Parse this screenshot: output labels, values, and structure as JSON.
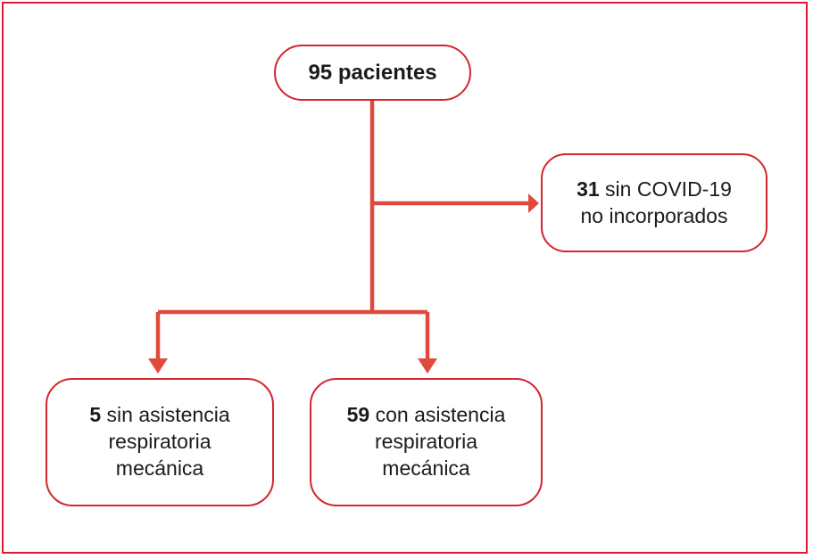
{
  "figure": {
    "type": "flowchart",
    "title": "",
    "border_color": "#e01933",
    "box_border_color": "#d1272f",
    "connector_color": "#e04a3c",
    "text_color": "#1b1b1b"
  },
  "nodes": {
    "total": {
      "id": "node-total",
      "count": "95",
      "label": "pacientes",
      "full_text": "95 pacientes",
      "bold_prefix": true
    },
    "excluded": {
      "id": "node-excluded",
      "count": "31",
      "line1_rest": " sin COVID-19",
      "line2": "no incorporados",
      "full_text": "31 sin COVID-19 no incorporados"
    },
    "no_ventilation": {
      "id": "node-no-vent",
      "count": "5",
      "line1_rest": " sin asistencia",
      "line2": "respiratoria",
      "line3": "mecánica",
      "full_text": "5 sin asistencia respiratoria mecánica"
    },
    "ventilation": {
      "id": "node-vent",
      "count": "59",
      "line1_rest": " con asistencia",
      "line2": "respiratoria",
      "line3": "mecánica",
      "full_text": "59 con asistencia respiratoria mecánica"
    }
  },
  "connectors": [
    {
      "name": "trunk-total-to-split",
      "from": "total",
      "to": "split-bar",
      "arrow": false
    },
    {
      "name": "branch-to-excluded",
      "from": "trunk",
      "to": "excluded",
      "arrow": true
    },
    {
      "name": "branch-to-no-ventilation",
      "from": "split-bar",
      "to": "no_ventilation",
      "arrow": true
    },
    {
      "name": "branch-to-ventilation",
      "from": "split-bar",
      "to": "ventilation",
      "arrow": true
    }
  ]
}
